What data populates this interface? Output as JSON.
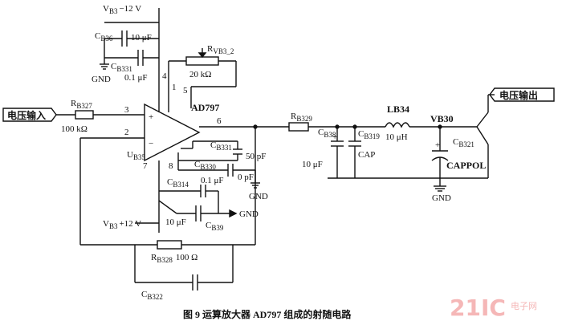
{
  "labels": {
    "vb3_neg": "V",
    "vb3_neg_sub": "B3",
    "vb3_neg_val": "−12 V",
    "vb3_pos": "V",
    "vb3_pos_sub": "B3",
    "vb3_pos_val": "+12 V",
    "cb36": "C",
    "cb36_sub": "B36",
    "cb36_val": "10 μF",
    "cb331": "C",
    "cb331_sub": "B331",
    "cb331_val": "0.1 μF",
    "gnd": "GND",
    "rvb3": "R",
    "rvb3_sub": "VB3_2",
    "rvb3_val": "20 kΩ",
    "ad797": "AD797",
    "input_label": "电压输入",
    "rb327": "R",
    "rb327_sub": "B327",
    "rb327_val": "100 kΩ",
    "ub35": "U",
    "ub35_sub": "B35",
    "rb329": "R",
    "rb329_sub": "B329",
    "cb331b": "C",
    "cb331b_sub": "B331",
    "cb331b_val": "50 pF",
    "cb330": "C",
    "cb330_sub": "B330",
    "cb330_val": "0 pF",
    "cb314": "C",
    "cb314_sub": "B314",
    "cb314_val": "0.1 μF",
    "cb39": "C",
    "cb39_sub": "B39",
    "cb39_val": "10 μF",
    "cb38": "C",
    "cb38_sub": "B38",
    "cb38_val": "10 μF",
    "cb319": "C",
    "cb319_sub": "B319",
    "cap": "CAP",
    "lb34": "LB34",
    "lb34_val": "10 μH",
    "vb30": "VB30",
    "cb321": "C",
    "cb321_sub": "B321",
    "cappol": "CAPPOL",
    "output_label": "电压输出",
    "rb328": "R",
    "rb328_sub": "B328",
    "rb328_val": "100 Ω",
    "cb322": "C",
    "cb322_sub": "B322"
  },
  "pins": {
    "p1": "1",
    "p2": "2",
    "p3": "3",
    "p4": "4",
    "p5": "5",
    "p6": "6",
    "p7": "7",
    "p8": "8",
    "plus": "+",
    "minus": "−"
  },
  "caption": "图 9   运算放大器 AD797 组成的射随电路",
  "watermark": {
    "brand": "21IC",
    "site": "电子网"
  }
}
